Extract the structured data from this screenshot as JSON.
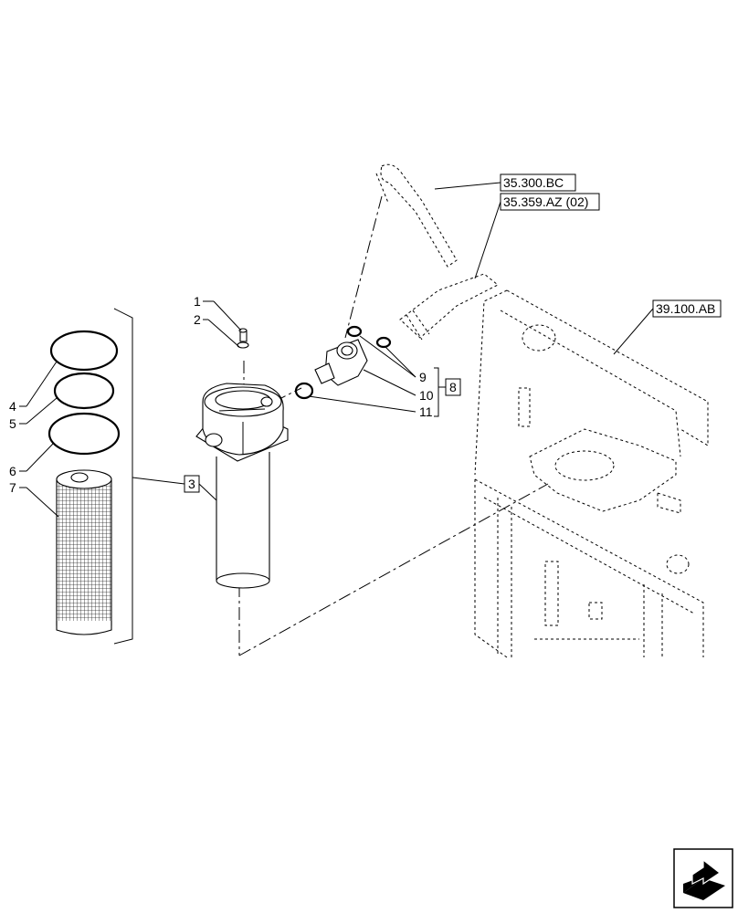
{
  "callouts": {
    "c1": "1",
    "c2": "2",
    "c3": "3",
    "c4": "4",
    "c5": "5",
    "c6": "6",
    "c7": "7",
    "c8": "8",
    "c9": "9",
    "c10": "10",
    "c11": "11"
  },
  "references": {
    "ref_a": "35.300.BC",
    "ref_b": "35.359.AZ (02)",
    "ref_c": "39.100.AB"
  },
  "navigation": {
    "icon": "arrow-box-icon"
  }
}
